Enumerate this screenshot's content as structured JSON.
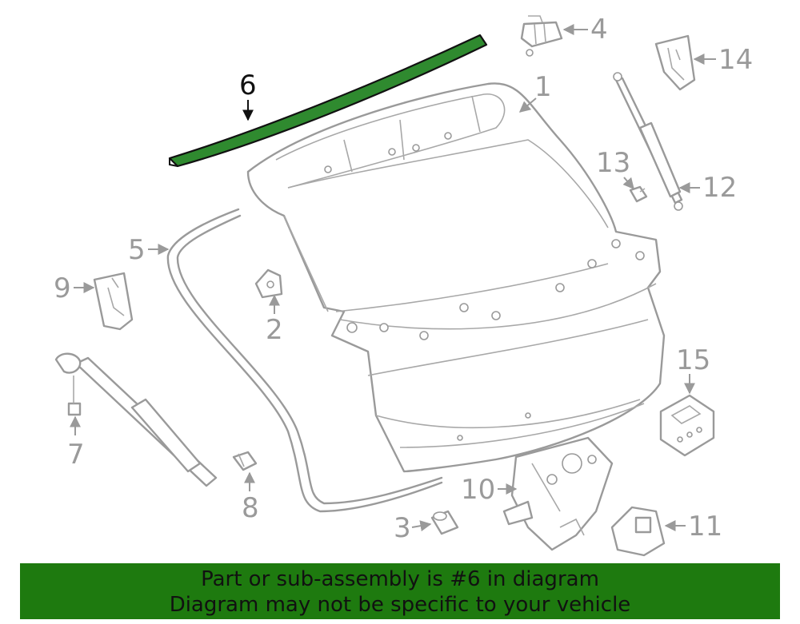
{
  "diagram": {
    "highlighted_part": "6",
    "callouts": [
      "1",
      "2",
      "3",
      "4",
      "5",
      "6",
      "7",
      "8",
      "9",
      "10",
      "11",
      "12",
      "13",
      "14",
      "15"
    ]
  },
  "banner": {
    "line1": "Part or sub-assembly is #6 in diagram",
    "line2": "Diagram may not be specific to your vehicle",
    "background": "#1e7a0f"
  },
  "colors": {
    "highlight": "#2f8a2f",
    "linework": "#9a9a9a"
  }
}
